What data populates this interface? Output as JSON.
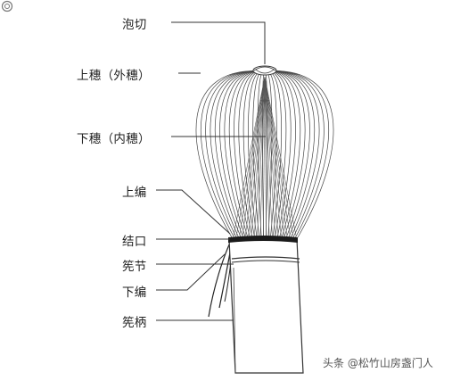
{
  "diagram": {
    "labels": {
      "paoqie": "泡切",
      "shangsui": "上穗（外穗）",
      "xiasui": "下穗（内穗）",
      "shangbian": "上编",
      "jiekou": "结口",
      "xianjie": "筅节",
      "xiabian": "下编",
      "xianbing": "筅柄"
    }
  },
  "watermark": {
    "text": "头条 @松竹山房盏门人"
  },
  "colors": {
    "line": "#333333",
    "background": "#ffffff"
  },
  "icons": {
    "watermark_icon": "snail-icon"
  }
}
